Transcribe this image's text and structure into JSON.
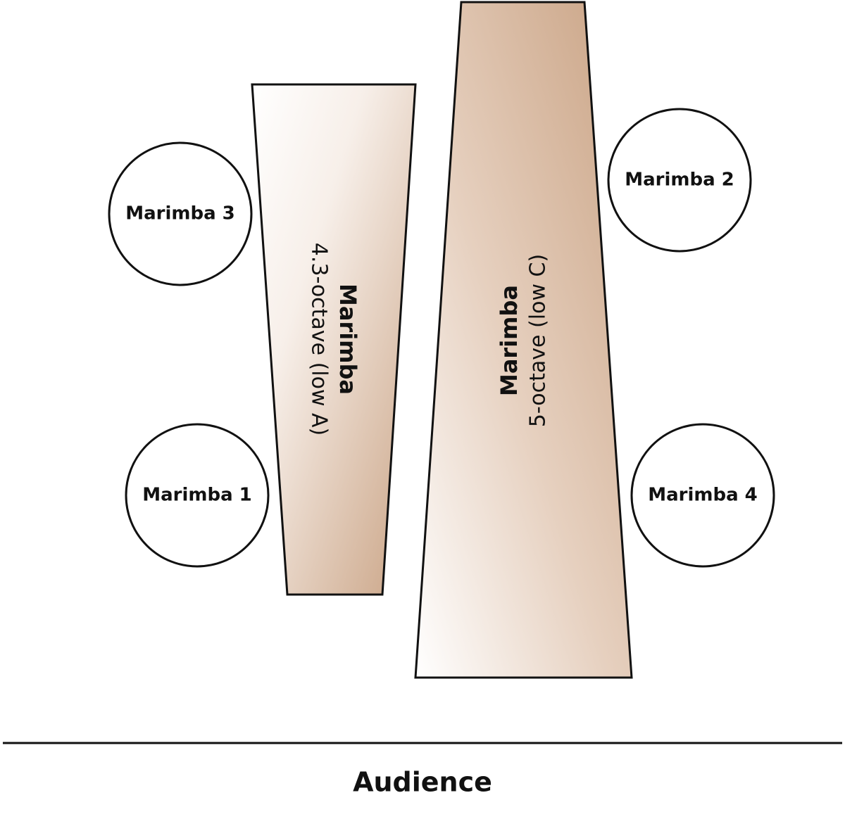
{
  "colors": {
    "wood_dark": "#c9a283",
    "wood_light": "#ffffff",
    "stroke": "#111111",
    "text": "#111111"
  },
  "instruments": [
    {
      "title": "Marimba",
      "subtitle": "4.3-octave (low A)"
    },
    {
      "title": "Marimba",
      "subtitle": "5-octave (low C)"
    }
  ],
  "players": [
    {
      "label": "Marimba 3"
    },
    {
      "label": "Marimba 1"
    },
    {
      "label": "Marimba 2"
    },
    {
      "label": "Marimba 4"
    }
  ],
  "audience": {
    "label": "Audience"
  }
}
